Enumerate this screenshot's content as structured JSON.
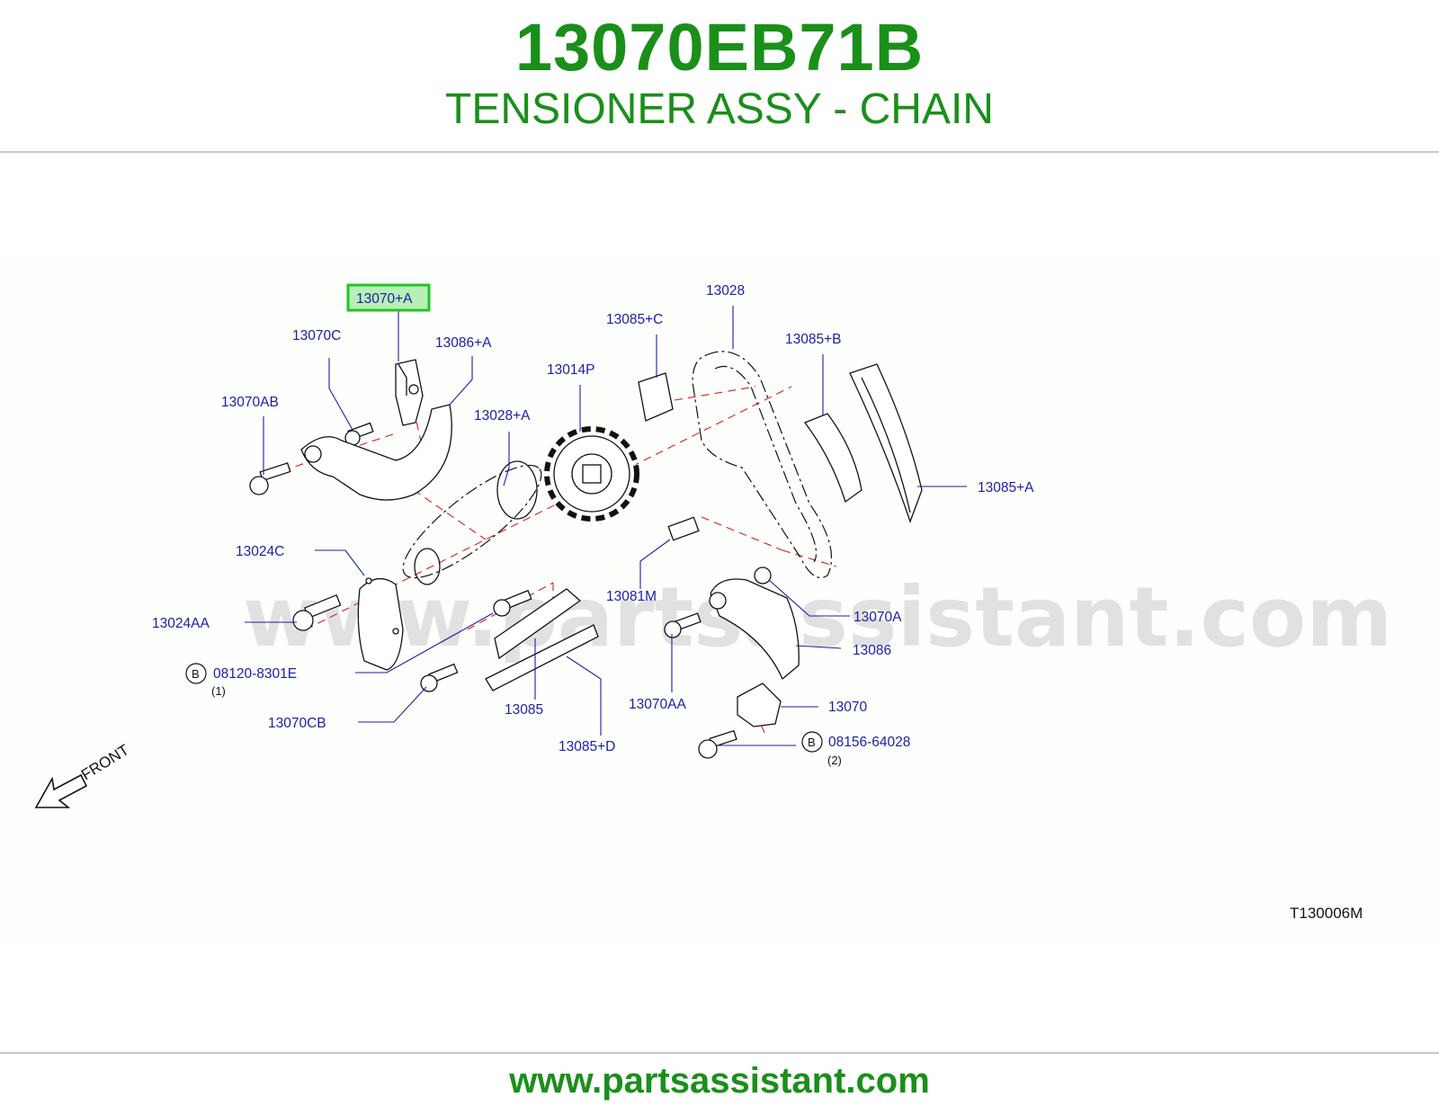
{
  "header": {
    "part_number": "13070EB71B",
    "part_name": "TENSIONER ASSY - CHAIN"
  },
  "diagram": {
    "code": "T130006M",
    "front_label": "FRONT",
    "watermark": "www.partsassistant.com",
    "highlighted_callout": "13070+A",
    "callouts": {
      "c13070A_plus": "13070+A",
      "c13070C": "13070C",
      "c13086A_plus": "13086+A",
      "c13070AB": "13070AB",
      "c13028A_plus": "13028+A",
      "c13014P": "13014P",
      "c13085C_plus": "13085+C",
      "c13028": "13028",
      "c13085B_plus": "13085+B",
      "c13085A_plus": "13085+A",
      "c13024C": "13024C",
      "c13024AA": "13024AA",
      "c08120": "08120-8301E",
      "c08120_qty": "(1)",
      "c13070CB": "13070CB",
      "c13085": "13085",
      "c13085D_plus": "13085+D",
      "c13081M": "13081M",
      "c13070A": "13070A",
      "c13086": "13086",
      "c13070AA": "13070AA",
      "c13070": "13070",
      "c08156": "08156-64028",
      "c08156_qty": "(2)",
      "b_symbol": "B"
    }
  },
  "colors": {
    "brand_green": "#1a8f1a",
    "callout_blue": "#1c1ca8",
    "highlight_green": "#22c422",
    "leader_red": "#d62020"
  },
  "footer": {
    "url": "www.partsassistant.com"
  }
}
